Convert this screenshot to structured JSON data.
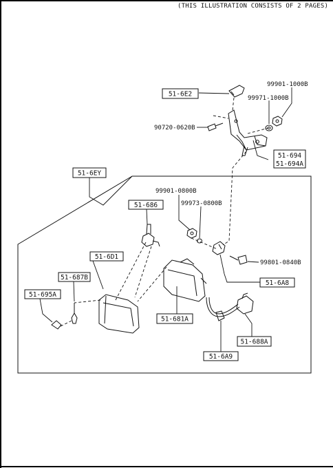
{
  "header": {
    "note": "(THIS ILLUSTRATION CONSISTS OF  2 PAGES)"
  },
  "callouts": {
    "c_6e2": "51-6E2",
    "c_6ey": "51-6EY",
    "c_686": "51-686",
    "c_6d1": "51-6D1",
    "c_687b": "51-687B",
    "c_695a": "51-695A",
    "c_694": "51-694",
    "c_694a": "51-694A",
    "c_6a8": "51-6A8",
    "c_681a": "51-681A",
    "c_688a": "51-688A",
    "c_6a9": "51-6A9"
  },
  "part_numbers": {
    "p_99901_1000b": "99901-1000B",
    "p_99971_1000b": "99971-1000B",
    "p_90720_0620b": "90720-0620B",
    "p_99901_0800b": "99901-0800B",
    "p_99973_0800b": "99973-0800B",
    "p_99801_0840b": "99801-0840B"
  }
}
